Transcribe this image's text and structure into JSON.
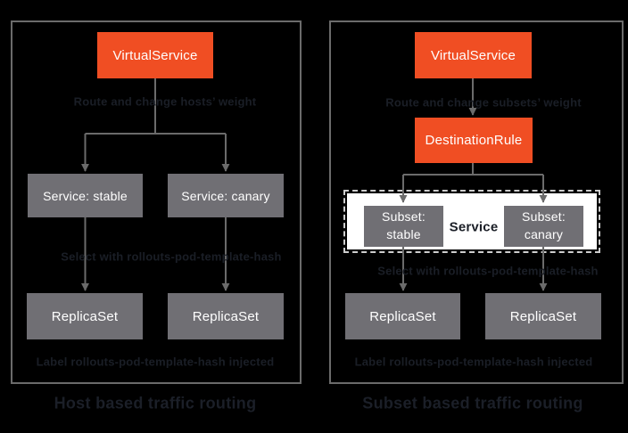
{
  "colors": {
    "background": "#000000",
    "accent_orange": "#F04E23",
    "box_gray": "#706F74",
    "line_gray": "#6B6B6B",
    "panel_border_gray": "#6B6B6B",
    "dashed_border": "#CDCDCD",
    "service_panel_white": "#FFFFFF",
    "annotation_text": "#1A1E26",
    "box_text": "#FFFFFF"
  },
  "left_panel": {
    "caption": "Host based traffic routing",
    "virtual_service": "VirtualService",
    "route_note": "Route and change hosts’ weight",
    "service_stable": "Service: stable",
    "service_canary": "Service: canary",
    "select_note": "Select with rollouts-pod-template-hash",
    "replicaset_stable": "ReplicaSet",
    "replicaset_canary": "ReplicaSet",
    "label_note": "Label rollouts-pod-template-hash injected"
  },
  "right_panel": {
    "caption": "Subset based traffic routing",
    "virtual_service": "VirtualService",
    "route_note": "Route and change subsets’ weight",
    "destination_rule": "DestinationRule",
    "subset_stable": {
      "line1": "Subset:",
      "line2": "stable"
    },
    "subset_canary": {
      "line1": "Subset:",
      "line2": "canary"
    },
    "service_label": "Service",
    "select_note": "Select with rollouts-pod-template-hash",
    "replicaset_stable": "ReplicaSet",
    "replicaset_canary": "ReplicaSet",
    "label_note": "Label rollouts-pod-template-hash injected"
  }
}
